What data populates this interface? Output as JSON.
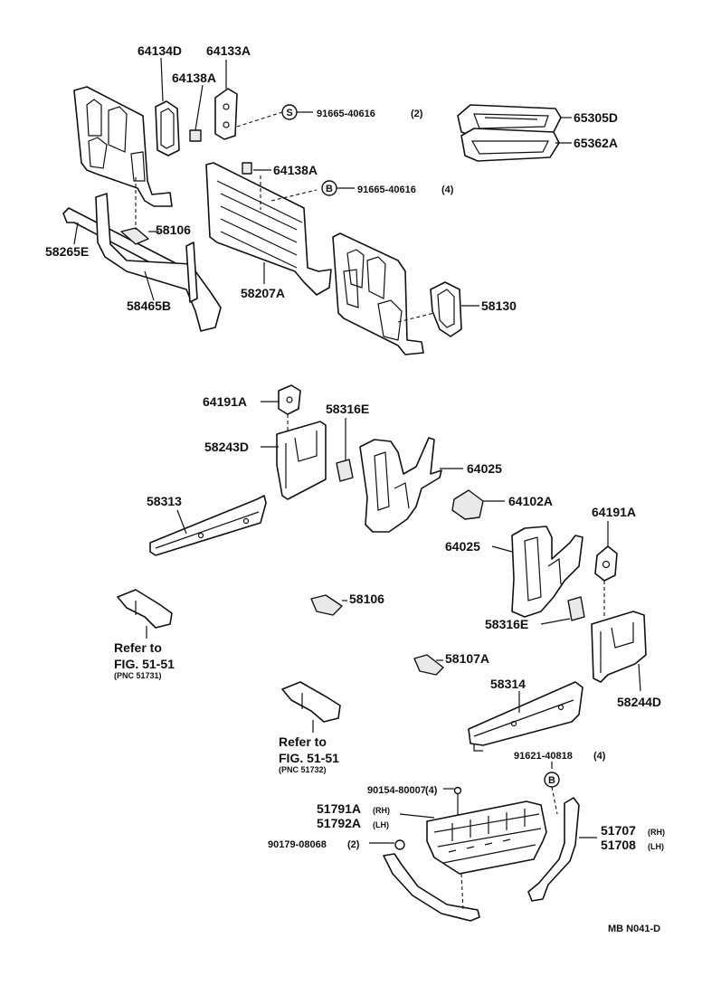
{
  "labels": {
    "p64134D": "64134D",
    "p64133A": "64133A",
    "p64138A_top": "64138A",
    "p91665_2": "91665-40616",
    "p91665_2_qty": "(2)",
    "p65305D": "65305D",
    "p65362A": "65362A",
    "p64138A_mid": "64138A",
    "p91665_4": "91665-40616",
    "p91665_4_qty": "(4)",
    "p58106_top": "58106",
    "p58265E": "58265E",
    "p58465B": "58465B",
    "p58207A": "58207A",
    "p58130": "58130",
    "p64191A_left": "64191A",
    "p58316E_top": "58316E",
    "p58243D": "58243D",
    "p64025_top": "64025",
    "p58313": "58313",
    "p64102A": "64102A",
    "p64191A_right": "64191A",
    "p64025_mid": "64025",
    "p58106_mid": "58106",
    "p58316E_mid": "58316E",
    "p58107A": "58107A",
    "p58314": "58314",
    "p58244D": "58244D",
    "p91621": "91621-40818",
    "p91621_qty": "(4)",
    "p90154": "90154-80007",
    "p90154_qty": "(4)",
    "p51791A": "51791A",
    "p51791A_side": "(RH)",
    "p51792A": "51792A",
    "p51792A_side": "(LH)",
    "p90179": "90179-08068",
    "p90179_qty": "(2)",
    "p51707": "51707",
    "p51707_side": "(RH)",
    "p51708": "51708",
    "p51708_side": "(LH)",
    "refer1_a": "Refer to",
    "refer1_b": "FIG. 51-51",
    "refer1_c": "(PNC 51731)",
    "refer2_a": "Refer to",
    "refer2_b": "FIG. 51-51",
    "refer2_c": "(PNC 51732)",
    "code": "MB N041-D"
  },
  "symbols": {
    "s_circle": "S",
    "b_circle_1": "B",
    "b_circle_2": "B"
  },
  "colors": {
    "ink": "#111111",
    "paper": "#ffffff"
  }
}
